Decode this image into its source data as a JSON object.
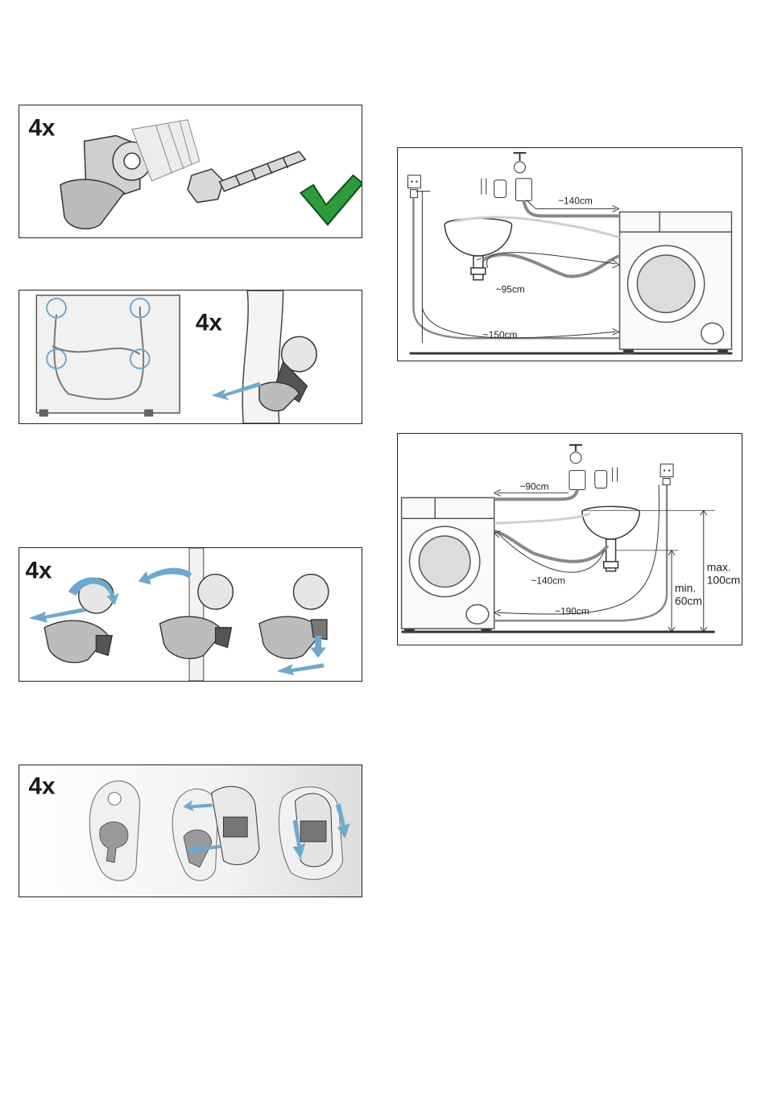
{
  "panels": {
    "p1": {
      "qty": "4x"
    },
    "p2": {
      "qty": "4x"
    },
    "p3": {
      "qty": "4x"
    },
    "p4": {
      "qty": "4x"
    }
  },
  "diagram_left_sink": {
    "dim_top": "~140cm",
    "dim_mid": "~95cm",
    "dim_bottom": "~150cm"
  },
  "diagram_right_sink": {
    "dim_top": "~90cm",
    "dim_mid": "~140cm",
    "dim_bottom": "~190cm",
    "max_label": "max.",
    "max_value": "100cm",
    "min_label": "min.",
    "min_value": "60cm"
  },
  "colors": {
    "accent_arrow": "#6fa8cf",
    "check_green": "#2e9b3a",
    "line": "#222222",
    "gray_fill": "#bdbdbd"
  }
}
